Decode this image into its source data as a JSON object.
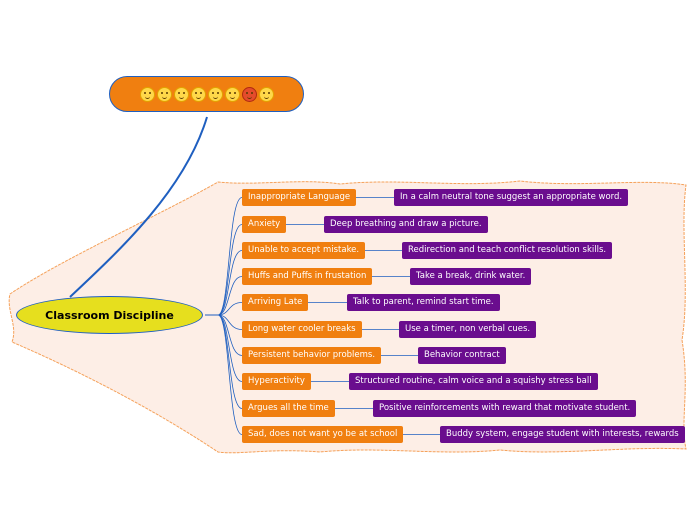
{
  "central": {
    "label": "Classroom Discipline"
  },
  "floating": {
    "icons": [
      "grinning-face-icon",
      "pensive-face-icon",
      "worried-face-icon",
      "crying-face-icon",
      "shushing-face-icon",
      "yawning-face-icon",
      "cursing-face-icon",
      "slightly-smiling-face-icon"
    ]
  },
  "branches": [
    {
      "topic": "Inappropriate Language",
      "detail": "In a calm neutral tone suggest an appropriate word."
    },
    {
      "topic": "Anxiety",
      "detail": "Deep breathing and draw a picture."
    },
    {
      "topic": "Unable to accept mistake.",
      "detail": "Redirection and teach conflict resolution skills."
    },
    {
      "topic": "Huffs and Puffs in frustation",
      "detail": "Take a break, drink water."
    },
    {
      "topic": "Arriving Late",
      "detail": "Talk to parent, remind start time."
    },
    {
      "topic": "Long water cooler breaks",
      "detail": "Use a timer, non verbal cues."
    },
    {
      "topic": "Persistent behavior problems.",
      "detail": "Behavior contract"
    },
    {
      "topic": "Hyperactivity",
      "detail": "Structured routine, calm voice and a squishy stress ball"
    },
    {
      "topic": "Argues all the time",
      "detail": "Positive reinforcements with reward that motivate student."
    },
    {
      "topic": "Sad, does not want yo be at school",
      "detail": "Buddy system, engage student with interests, rewards"
    }
  ],
  "colors": {
    "central_fill": "#e6df1e",
    "topic_fill": "#f07f10",
    "detail_fill": "#6a0d8e",
    "connector": "#1f5fc0",
    "boundary_fill": "#fdeee6",
    "boundary_stroke": "#f5a15a"
  }
}
